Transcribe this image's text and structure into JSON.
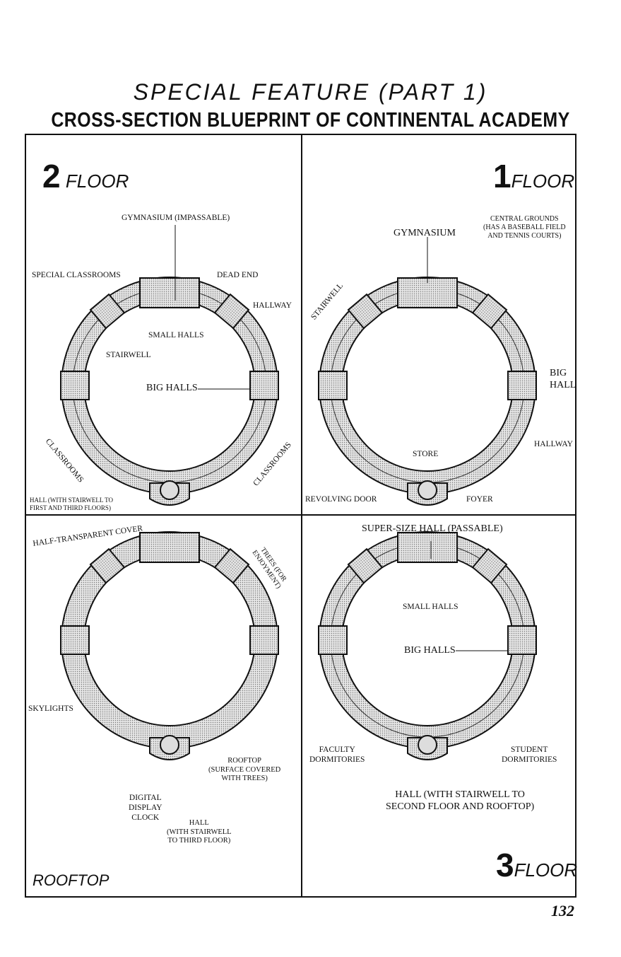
{
  "header": {
    "title": "SPECIAL FEATURE (PART 1)",
    "subtitle": "CROSS-SECTION BLUEPRINT OF CONTINENTAL ACADEMY"
  },
  "panels": {
    "floor2": {
      "number": "2",
      "label": "FLOOR",
      "labels": [
        "GYMNASIUM (IMPASSABLE)",
        "SPECIAL CLASSROOMS",
        "DEAD END",
        "HALLWAY",
        "SMALL HALLS",
        "STAIRWELL",
        "BIG HALLS",
        "CLASSROOMS",
        "CLASSROOMS",
        "HALL (WITH STAIRWELL TO",
        "FIRST AND THIRD FLOORS)"
      ]
    },
    "floor1": {
      "number": "1",
      "label": "FLOOR",
      "labels": [
        "GYMNASIUM",
        "CENTRAL GROUNDS",
        "(HAS A BASEBALL FIELD",
        "AND TENNIS COURTS)",
        "STAIRWELL",
        "BIG",
        "HALL",
        "HALLWAY",
        "STORE",
        "REVOLVING DOOR",
        "FOYER"
      ]
    },
    "rooftop": {
      "label": "ROOFTOP",
      "labels": [
        "HALF-TRANSPARENT COVER",
        "TREES (FOR",
        "ENJOYMENT)",
        "SKYLIGHTS",
        "ROOFTOP",
        "(SURFACE COVERED",
        "WITH TREES)",
        "DIGITAL",
        "DISPLAY",
        "CLOCK",
        "HALL",
        "(WITH STAIRWELL",
        "TO THIRD FLOOR)"
      ]
    },
    "floor3": {
      "number": "3",
      "label": "FLOOR",
      "labels": [
        "SUPER-SIZE HALL (PASSABLE)",
        "SMALL HALLS",
        "BIG HALLS",
        "FACULTY",
        "DORMITORIES",
        "STUDENT",
        "DORMITORIES",
        "HALL (WITH STAIRWELL TO",
        "SECOND FLOOR AND ROOFTOP)"
      ]
    }
  },
  "page_number": "132"
}
